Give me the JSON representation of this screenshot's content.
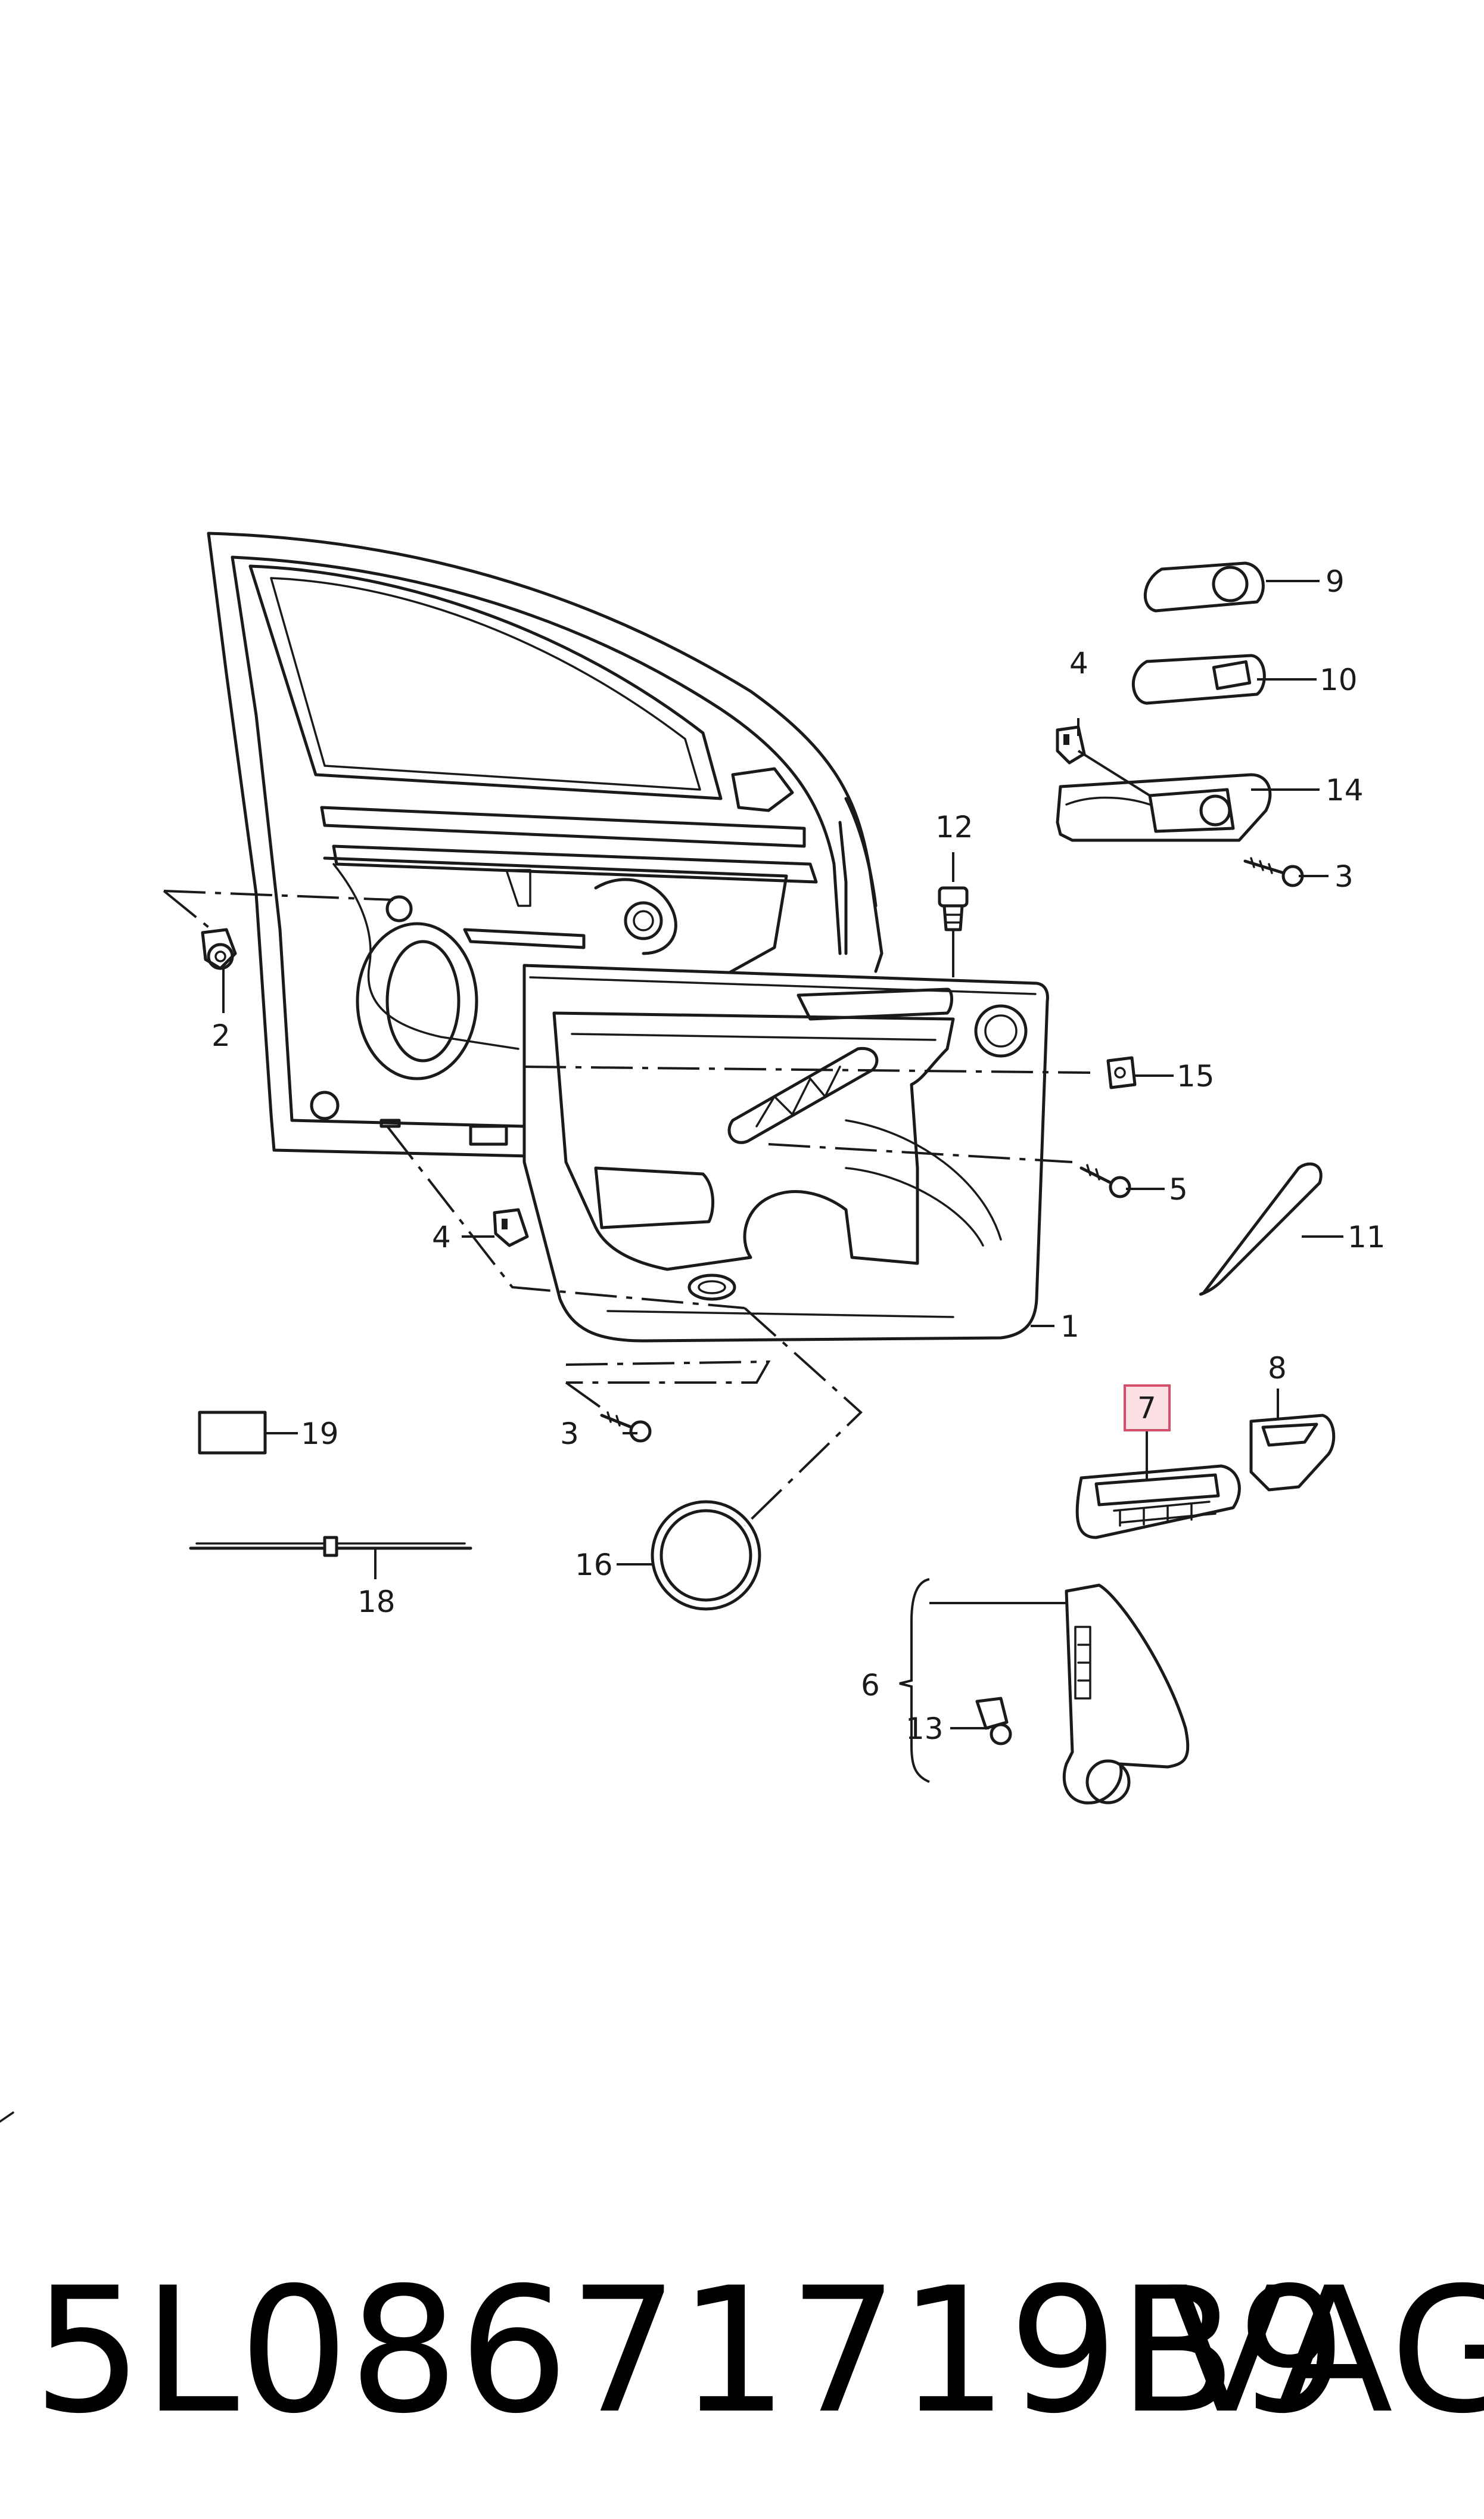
{
  "diagram": {
    "callouts": {
      "c1": "1",
      "c2": "2",
      "c3a": "3",
      "c3b": "3",
      "c4a": "4",
      "c4b": "4",
      "c5": "5",
      "c6": "6",
      "c7": "7",
      "c8": "8",
      "c9": "9",
      "c10": "10",
      "c11": "11",
      "c12": "12",
      "c13": "13",
      "c14": "14",
      "c15": "15",
      "c16": "16",
      "c18": "18",
      "c19": "19"
    },
    "highlighted_callout": "7",
    "highlight_color": "#fbe0e4"
  },
  "footer": {
    "part_number": "5L08671719B9",
    "brand": "VAG"
  }
}
